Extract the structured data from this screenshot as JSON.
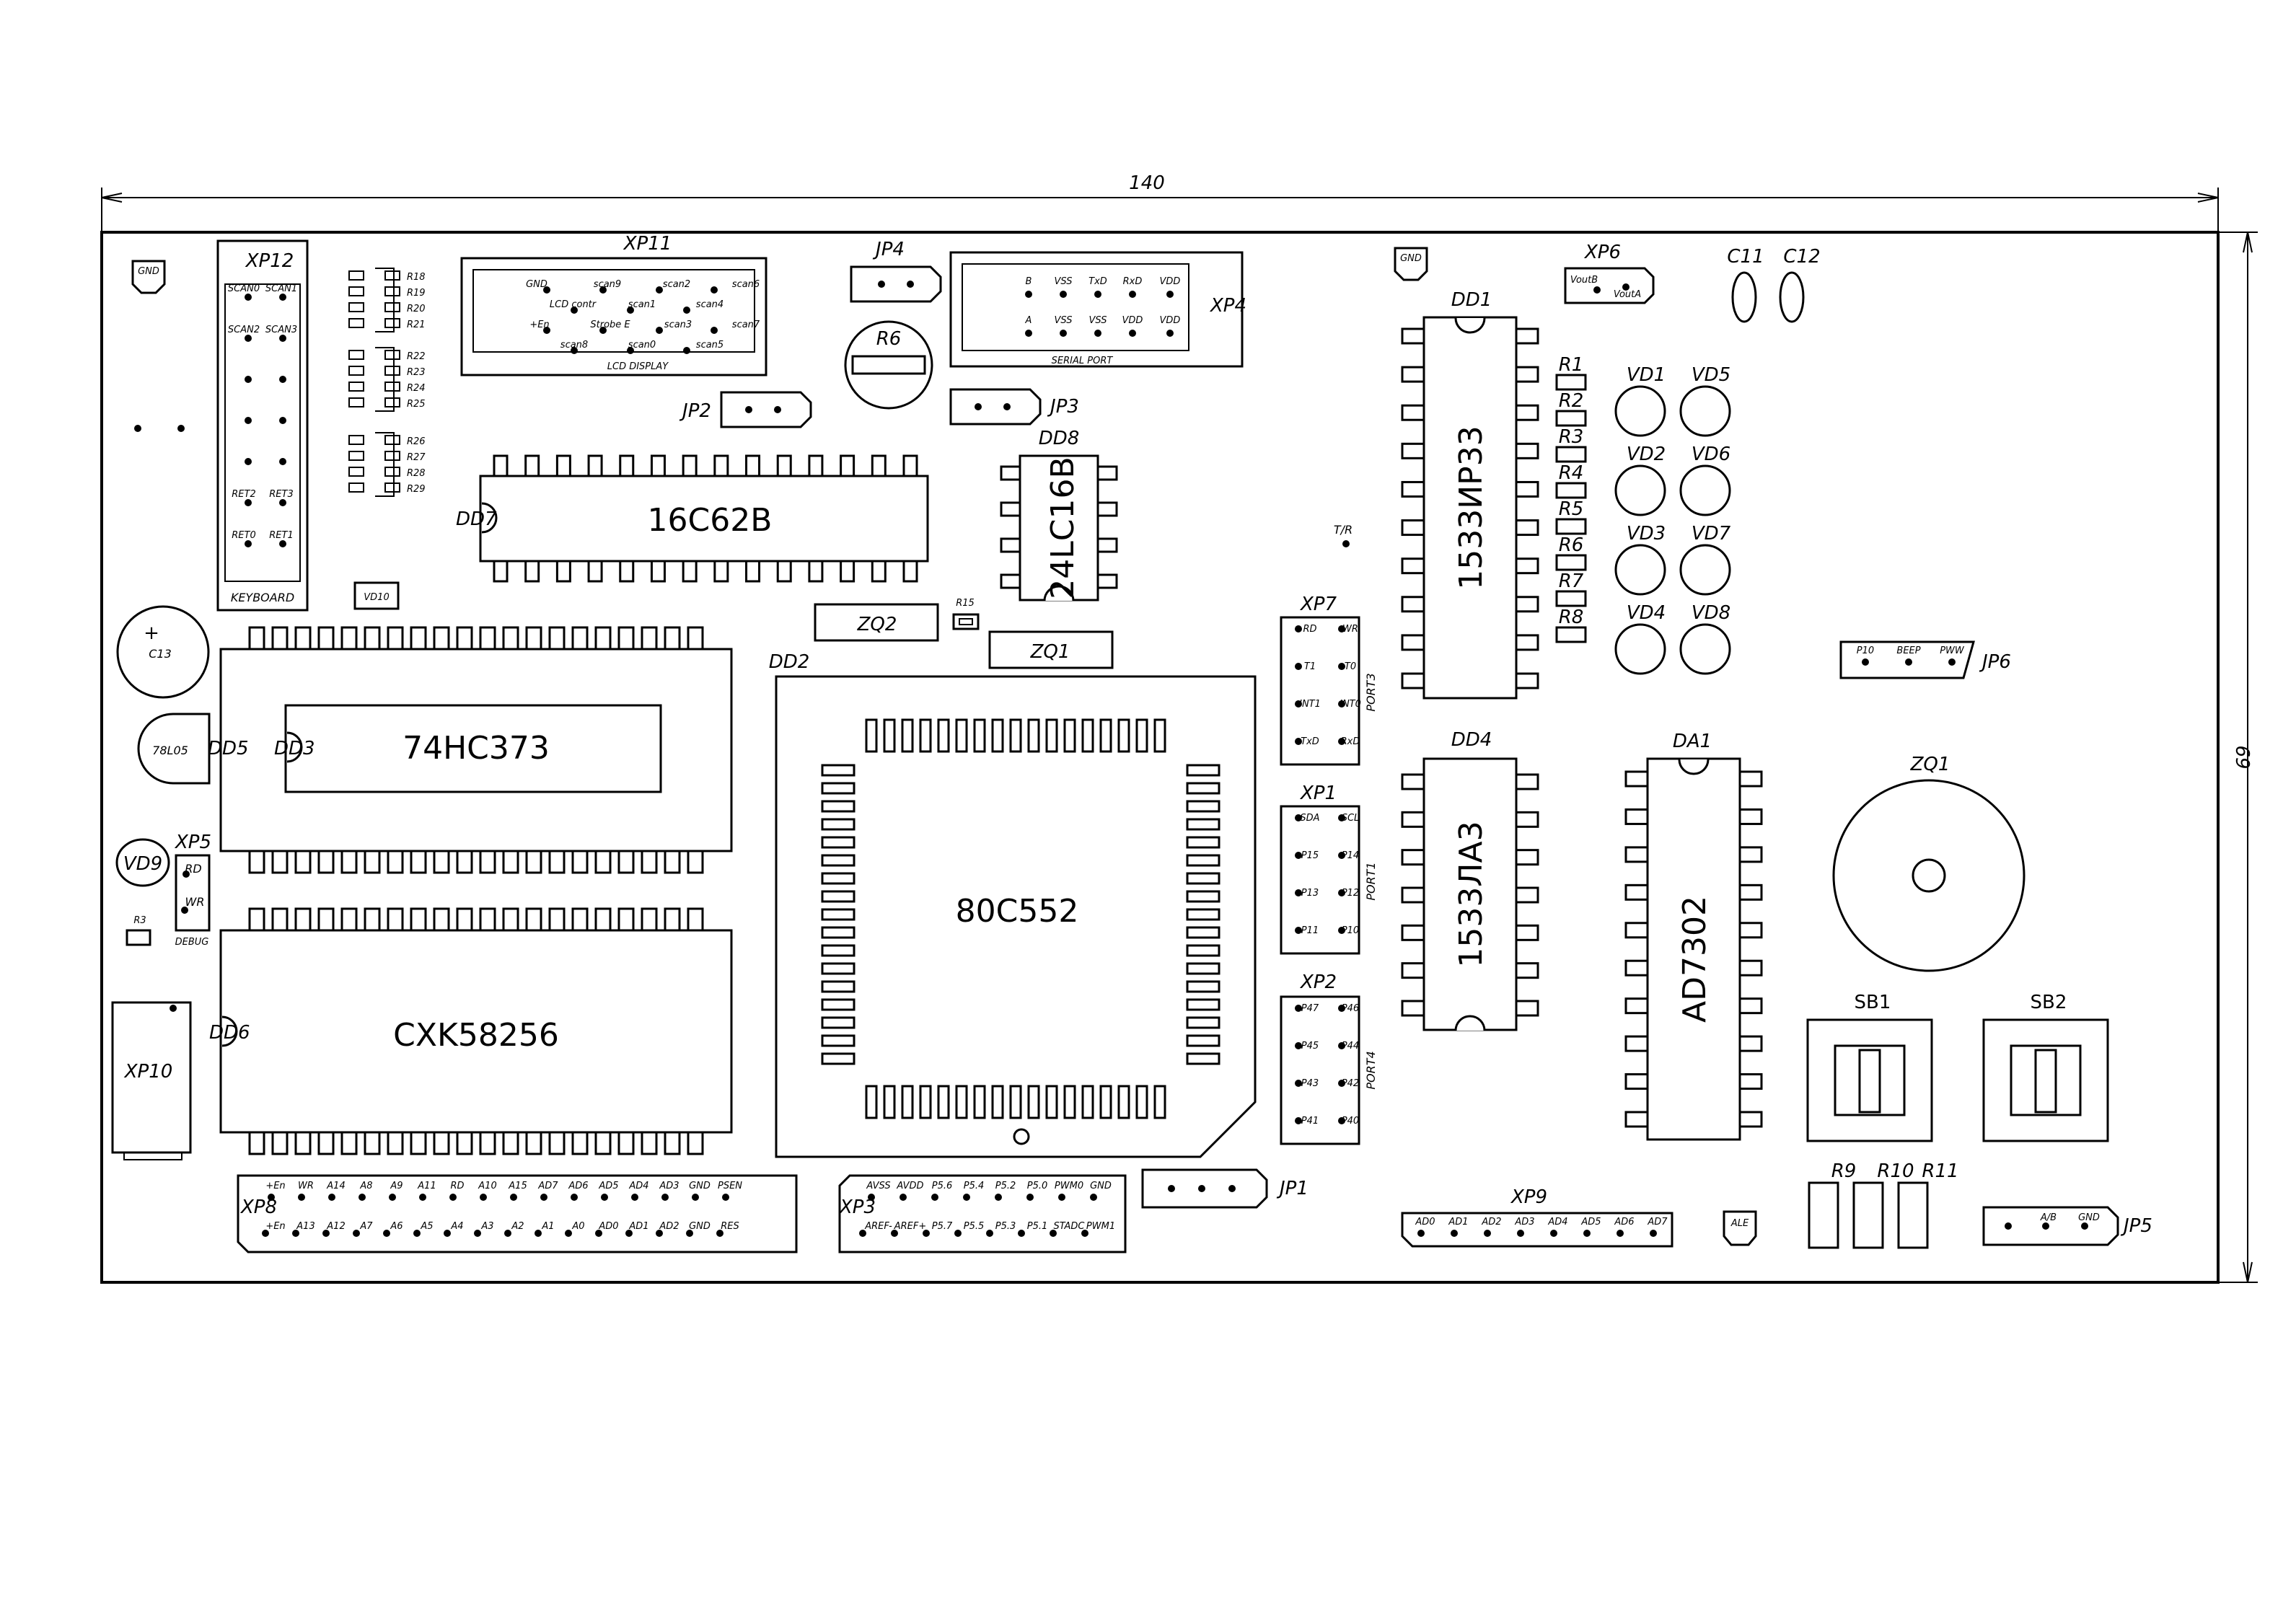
{
  "dimensions": {
    "width": "140",
    "height": "69"
  },
  "chips": {
    "dd1": {
      "ref": "DD1",
      "part": "1533ИР33"
    },
    "dd2": {
      "ref": "DD2",
      "part": "80C552"
    },
    "dd3": {
      "ref": "DD3",
      "part": "74HC373"
    },
    "dd4": {
      "ref": "DD4",
      "part": "1533ЛА3"
    },
    "dd5": {
      "ref": "DD5",
      "part": "78L05"
    },
    "dd6": {
      "ref": "DD6",
      "part": "CXK58256"
    },
    "dd7": {
      "ref": "DD7",
      "part": "16C62B"
    },
    "dd8": {
      "ref": "DD8",
      "part": "24LC16B"
    },
    "da1": {
      "ref": "DA1",
      "part": "AD7302"
    }
  },
  "labels": {
    "gnd": "GND",
    "keyboard": "KEYBOARD",
    "xp12": "XP12",
    "xp11": "XP11",
    "lcd_display": "LCD DISPLAY",
    "jp4": "JP4",
    "jp2": "JP2",
    "jp3": "JP3",
    "jp1": "JP1",
    "jp5": "JP5",
    "jp6": "JP6",
    "xp4": "XP4",
    "serial_port": "SERIAL PORT",
    "r6": "R6",
    "xp6": "XP6",
    "c11": "C11",
    "c12": "C12",
    "zq2": "ZQ2",
    "zq1": "ZQ1",
    "r15": "R15",
    "c13": "C13",
    "vd9": "VD9",
    "vd10": "VD10",
    "xp5": "XP5",
    "debug": "DEBUG",
    "r3": "R3",
    "xp10": "XP10",
    "xp8": "XP8",
    "xp3": "XP3",
    "xp7": "XP7",
    "xp1": "XP1",
    "xp2": "XP2",
    "xp9": "XP9",
    "port1": "PORT1",
    "port3": "PORT3",
    "port4": "PORT4",
    "tr": "T/R",
    "sb1": "SB1",
    "sb2": "SB2",
    "r9": "R9",
    "r10": "R10",
    "r11": "R11",
    "ale": "ALE",
    "plus": "+"
  },
  "resistors": [
    "R1",
    "R2",
    "R3",
    "R4",
    "R5",
    "R6",
    "R7",
    "R8"
  ],
  "leds": [
    "VD1",
    "VD5",
    "VD2",
    "VD6",
    "VD3",
    "VD7",
    "VD4",
    "VD8"
  ],
  "r_group_a": [
    "R18",
    "R19",
    "R20",
    "R21"
  ],
  "r_group_b": [
    "R22",
    "R23",
    "R24",
    "R25"
  ],
  "r_group_c": [
    "R26",
    "R27",
    "R28",
    "R29"
  ],
  "xp12_rows": [
    [
      "SCAN0",
      "SCAN1"
    ],
    [
      "SCAN2",
      "SCAN3"
    ],
    [
      "",
      ""
    ],
    [
      "",
      ""
    ],
    [
      "",
      ""
    ],
    [
      "RET2",
      "RET3"
    ],
    [
      "RET0",
      "RET1"
    ]
  ],
  "xp11_top": [
    "GND",
    "scan9",
    "scan2",
    "scan6"
  ],
  "xp11_top2": [
    "LCD contr",
    "scan1",
    "scan4"
  ],
  "xp11_bot": [
    "+En",
    "Strobe E",
    "scan3",
    "scan7"
  ],
  "xp11_bot2": [
    "scan8",
    "scan0",
    "scan5"
  ],
  "xp4_top": [
    "B",
    "VSS",
    "TxD",
    "RxD",
    "VDD"
  ],
  "xp4_bot": [
    "A",
    "VSS",
    "VSS",
    "VDD",
    "VDD"
  ],
  "xp6_pins": [
    "VoutB",
    "VoutA"
  ],
  "xp5_pins": [
    "RD",
    "WR"
  ],
  "xp7_pins": [
    [
      "RD",
      "WR"
    ],
    [
      "T1",
      "T0"
    ],
    [
      "INT1",
      "INT0"
    ],
    [
      "TxD",
      "RxD"
    ]
  ],
  "xp1_pins": [
    [
      "SDA",
      "SCL"
    ],
    [
      "P15",
      "P14"
    ],
    [
      "P13",
      "P12"
    ],
    [
      "P11",
      "P10"
    ]
  ],
  "xp2_pins": [
    [
      "P47",
      "P46"
    ],
    [
      "P45",
      "P44"
    ],
    [
      "P43",
      "P42"
    ],
    [
      "P41",
      "P40"
    ]
  ],
  "jp6_pins": [
    "P10",
    "BEEP",
    "PWW"
  ],
  "jp5_pins": [
    "A/B",
    "GND"
  ],
  "xp9_pins": [
    "AD0",
    "AD1",
    "AD2",
    "AD3",
    "AD4",
    "AD5",
    "AD6",
    "AD7"
  ],
  "xp8_top": [
    "+En",
    "WR",
    "A14",
    "A8",
    "A9",
    "A11",
    "RD",
    "A10",
    "A15",
    "AD7",
    "AD6",
    "AD5",
    "AD4",
    "AD3",
    "GND",
    "PSEN"
  ],
  "xp8_bot": [
    "+En",
    "A13",
    "A12",
    "A7",
    "A6",
    "A5",
    "A4",
    "A3",
    "A2",
    "A1",
    "A0",
    "AD0",
    "AD1",
    "AD2",
    "GND",
    "RES"
  ],
  "xp3_top": [
    "AVSS",
    "AVDD",
    "P5.6",
    "P5.4",
    "P5.2",
    "P5.0",
    "PWM0",
    "GND"
  ],
  "xp3_bot": [
    "AREF-",
    "AREF+",
    "P5.7",
    "P5.5",
    "P5.3",
    "P5.1",
    "STADC",
    "PWM1"
  ]
}
